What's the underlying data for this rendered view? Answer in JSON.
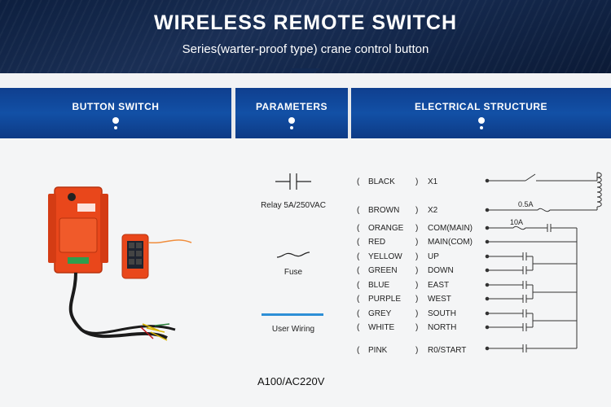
{
  "header": {
    "title": "WIRELESS REMOTE  SWITCH",
    "subtitle": "Series(warter-proof type) crane control button"
  },
  "columns": [
    {
      "label": "BUTTON SWITCH"
    },
    {
      "label": "PARAMETERS"
    },
    {
      "label": "ELECTRICAL STRUCTURE"
    }
  ],
  "parameters": {
    "relay_label": "Relay 5A/250VAC",
    "fuse_label": "Fuse",
    "wiring_label": "User Wiring",
    "wiring_color": "#2d8fd6"
  },
  "model": "A100/AC220V",
  "wiring": [
    {
      "color": "BLACK",
      "function": "X1"
    },
    {
      "color": "BROWN",
      "function": "X2"
    },
    {
      "color": "ORANGE",
      "function": "COM(MAIN)"
    },
    {
      "color": "RED",
      "function": "MAIN(COM)"
    },
    {
      "color": "YELLOW",
      "function": "UP"
    },
    {
      "color": "GREEN",
      "function": "DOWN"
    },
    {
      "color": "BLUE",
      "function": "EAST"
    },
    {
      "color": "PURPLE",
      "function": "WEST"
    },
    {
      "color": "GREY",
      "function": "SOUTH"
    },
    {
      "color": "WHITE",
      "function": "NORTH"
    },
    {
      "color": "PINK",
      "function": "R0/START"
    }
  ],
  "schematic": {
    "fuse_rating": "0.5A",
    "main_rating": "10A"
  },
  "colors": {
    "header_bg": "#132a52",
    "column_bg": "#1250a6",
    "device_orange": "#e9471b"
  }
}
